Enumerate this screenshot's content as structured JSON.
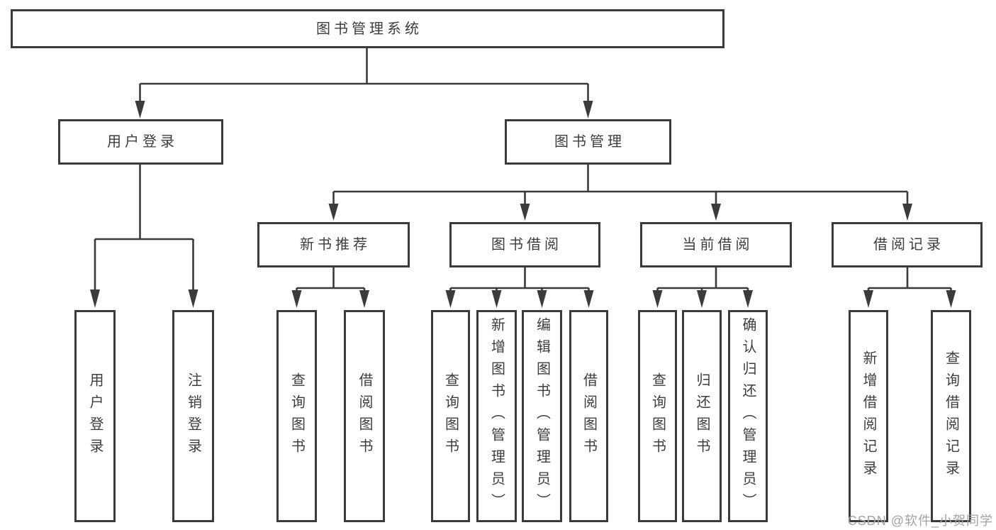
{
  "diagram_type": "hierarchy-function-structure",
  "tree": {
    "label": "图书管理系统",
    "children": [
      {
        "label": "用户登录",
        "children": [
          {
            "label": "用户登录"
          },
          {
            "label": "注销登录"
          }
        ]
      },
      {
        "label": "图书管理",
        "children": [
          {
            "label": "新书推荐",
            "children": [
              {
                "label": "查询图书"
              },
              {
                "label": "借阅图书"
              }
            ]
          },
          {
            "label": "图书借阅",
            "children": [
              {
                "label": "查询图书"
              },
              {
                "label": "新增图书（管理员）"
              },
              {
                "label": "编辑图书（管理员）"
              },
              {
                "label": "借阅图书"
              }
            ]
          },
          {
            "label": "当前借阅",
            "children": [
              {
                "label": "查询图书"
              },
              {
                "label": "归还图书"
              },
              {
                "label": "确认归还（管理员）"
              }
            ]
          },
          {
            "label": "借阅记录",
            "children": [
              {
                "label": "新增借阅记录"
              },
              {
                "label": "查询借阅记录"
              }
            ]
          }
        ]
      }
    ]
  },
  "watermark": {
    "text": "CSDN @软件_小贺同学"
  },
  "colors": {
    "line": "#3b3b3b",
    "text": "#3d3d3d",
    "background": "#ffffff",
    "watermark": "#a3a3a3"
  }
}
